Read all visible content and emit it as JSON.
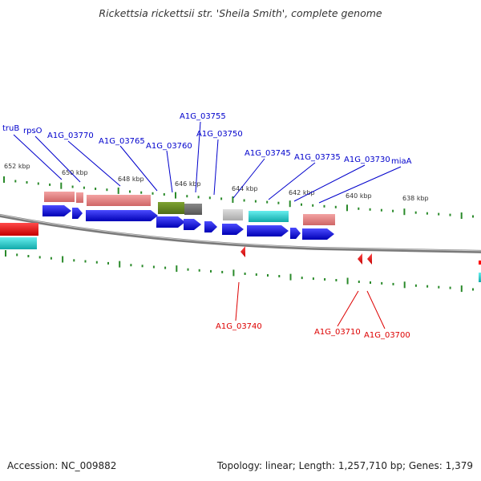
{
  "title": "Rickettsia rickettsii str. 'Sheila Smith', complete genome",
  "footer": {
    "accession": "Accession: NC_009882",
    "stats": "Topology: linear; Length: 1,257,710 bp; Genes: 1,379"
  },
  "colors": {
    "forward_label": "#0000cc",
    "reverse_label": "#dd0000",
    "forward_cds": "#0000dd",
    "reverse_cds": "#ff0000",
    "tick": "#2a8a2a",
    "backbone": "#888888",
    "rna_salmon": "#e88888",
    "rna_olive": "#6b8e23",
    "rna_cyan": "#22cccc",
    "rna_gray": "#bbbbbb"
  },
  "kbp_labels": [
    "652 kbp",
    "650 kbp",
    "648 kbp",
    "646 kbp",
    "644 kbp",
    "642 kbp",
    "640 kbp",
    "638 kbp"
  ],
  "forward_genes": [
    {
      "name": "truB"
    },
    {
      "name": "rpsO"
    },
    {
      "name": "A1G_03770"
    },
    {
      "name": "A1G_03765"
    },
    {
      "name": "A1G_03760"
    },
    {
      "name": "A1G_03755"
    },
    {
      "name": "A1G_03750"
    },
    {
      "name": "A1G_03745"
    },
    {
      "name": "A1G_03735"
    },
    {
      "name": "A1G_03730"
    },
    {
      "name": "miaA"
    }
  ],
  "reverse_genes": [
    {
      "name": "A1G_03740"
    },
    {
      "name": "A1G_03710"
    },
    {
      "name": "A1G_03700"
    }
  ]
}
